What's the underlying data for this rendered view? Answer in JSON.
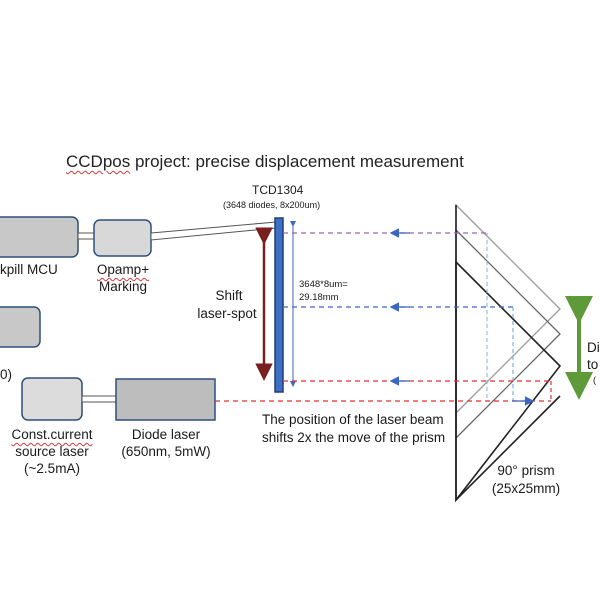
{
  "title_prefix": "CCDpos",
  "title_rest": " project: precise displacement measurement",
  "sensor": {
    "name": "TCD1304",
    "spec": "(3648 diodes, 8x200um)",
    "length_line1": "3648*8um=",
    "length_line2": "29.18mm"
  },
  "mcu_label": "kpill MCU",
  "opamp_label_1": "Opamp+",
  "opamp_label_2": "Marking",
  "shift_label_1": "Shift",
  "shift_label_2": "laser-spot",
  "partial_zero": "0)",
  "current_source": {
    "line1_underlined": "Const.current",
    "line2": "source laser",
    "line3": "(~2.5mA)"
  },
  "diode_laser": {
    "line1": "Diode laser",
    "line2": "(650nm, 5mW)"
  },
  "note_line1": "The position of the laser beam",
  "note_line2": "shifts 2x the move of the prism",
  "prism": {
    "line1": "90° prism",
    "line2": "(25x25mm)"
  },
  "displacement_partial_1": "Dis",
  "displacement_partial_2": "to",
  "displacement_partial_3": "(",
  "colors": {
    "box_fill": "#c8c8c8",
    "box_stroke": "#2f4f7a",
    "ccd_fill": "#3e6fc2",
    "ccd_stroke": "#1f3f7a",
    "shift_arrow": "#7a1f1f",
    "blue_arrow": "#3a66c4",
    "laser_red": "#e03030",
    "purple_dash": "#a060b0",
    "green_arrow": "#5e9a3a",
    "prism_stroke": "#222222",
    "light_blue_line": "#7fb0e0"
  }
}
